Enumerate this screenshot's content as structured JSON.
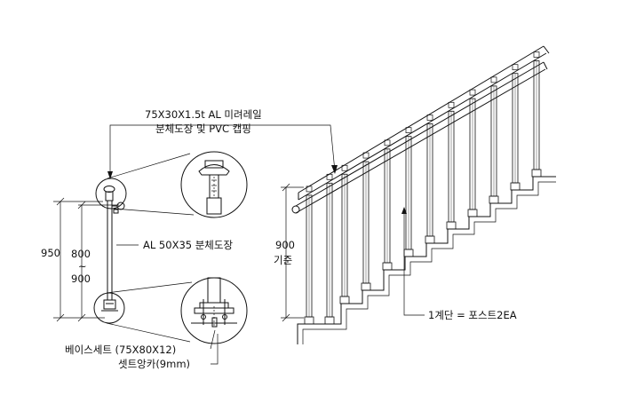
{
  "labels": {
    "rail_spec_line1": "75X30X1.5t AL 미려레일",
    "rail_spec_line2": "분체도장 및 PVC 캡핑",
    "post_spec": "AL 50X35 분체도장",
    "height_total": "950",
    "height_range_top": "800",
    "height_range_sep": "~",
    "height_range_bottom": "900",
    "height_stair_value": "900",
    "height_stair_basis": "기준",
    "step_rule": "1계단 = 포스트2EA",
    "base_set": "베이스세트 (75X80X12)",
    "set_anchor": "셋트앙카(9mm)"
  }
}
